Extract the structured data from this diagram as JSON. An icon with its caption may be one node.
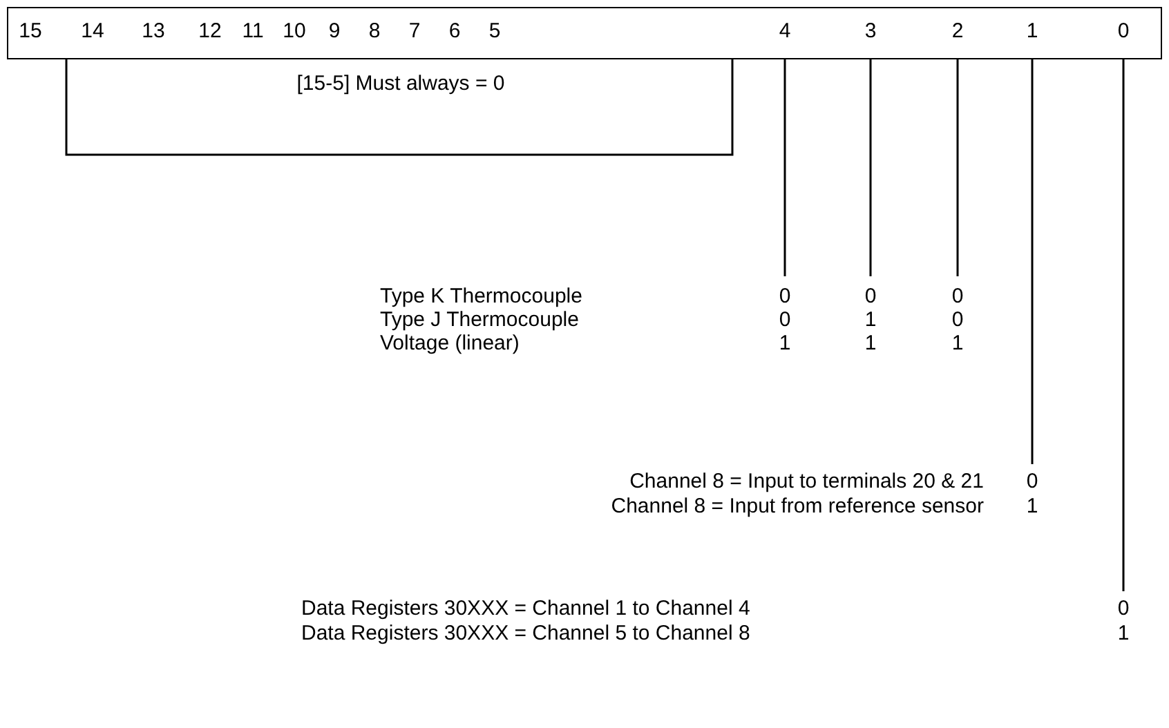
{
  "diagram": {
    "labels": [
      "15",
      "14",
      "13",
      "12",
      "11",
      "10",
      "9",
      "8",
      "7",
      "6",
      "5",
      "4",
      "3",
      "2",
      "1",
      "0",
      "[15-5] Must always = 0",
      "Type K Thermocouple",
      "0",
      "0",
      "0",
      "Type J Thermocouple",
      "0",
      "1",
      "0",
      "Voltage (linear)",
      "1",
      "1",
      "1",
      "Channel 8 = Input to terminals 20 & 21",
      "0",
      "Channel 8 = Input from reference sensor",
      "1",
      "Data Registers 30XXX = Channel 1 to Channel 4",
      "0",
      "Data Registers 30XXX = Channel 5 to Channel 8",
      "1"
    ]
  }
}
